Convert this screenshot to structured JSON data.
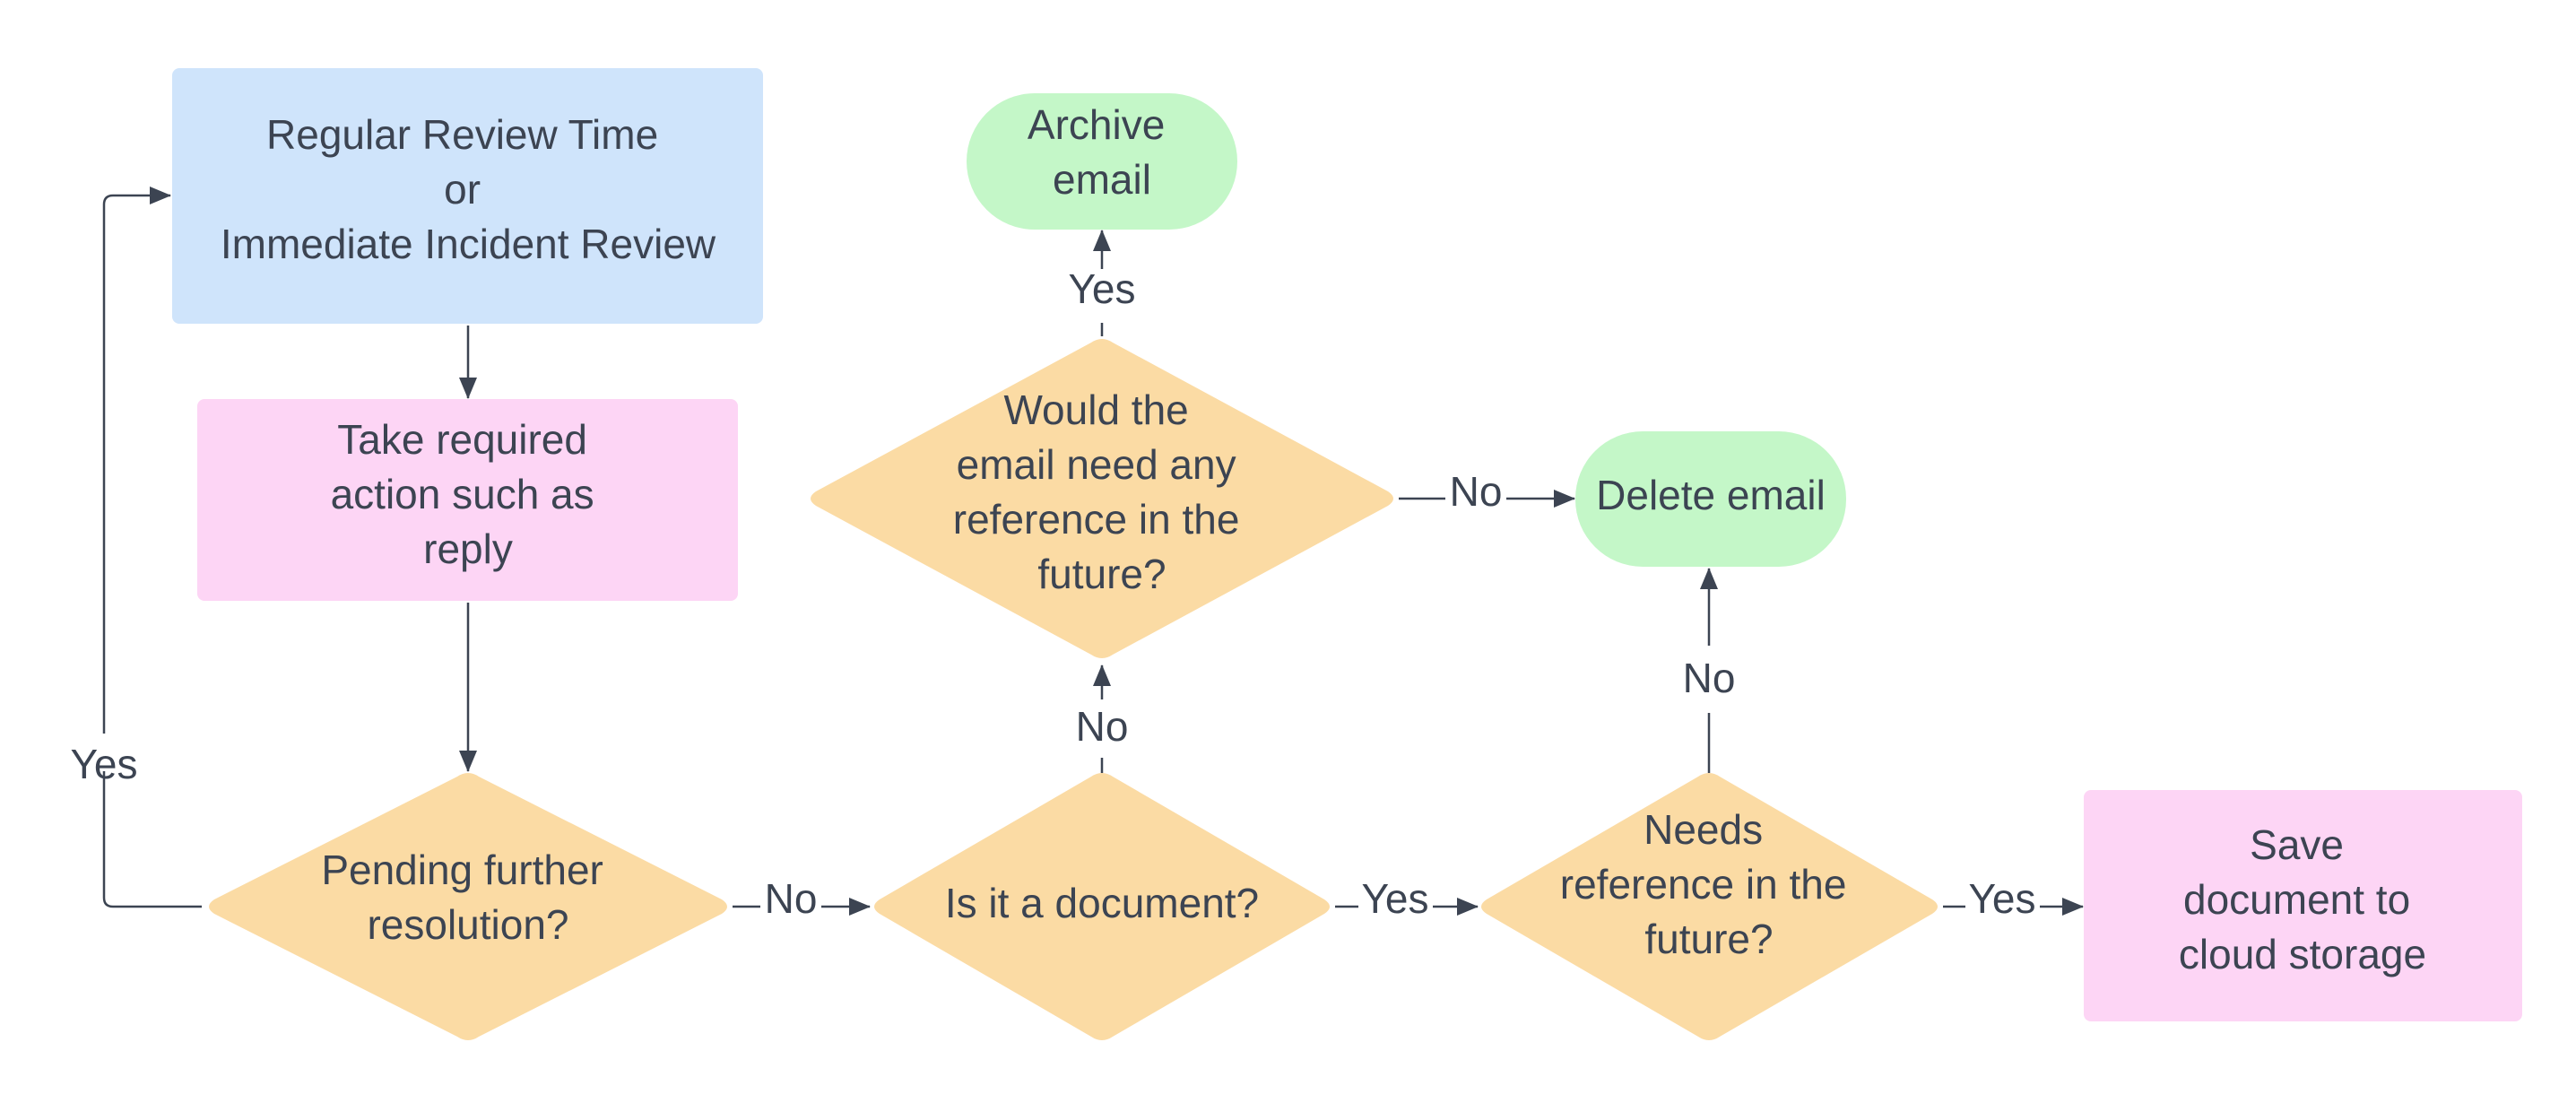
{
  "colors": {
    "blue_fill": "#cfe4fb",
    "pink_fill": "#fdd5f5",
    "orange_fill": "#fbdba4",
    "green_fill": "#c4f7c8",
    "text": "#3c4452",
    "line": "#3c4452"
  },
  "nodes": {
    "review_start": {
      "lines": [
        "Regular Review Time",
        "or",
        "Immediate Incident Review"
      ]
    },
    "take_action": {
      "lines": [
        "Take required",
        "action such as",
        "reply"
      ]
    },
    "pending_decision": {
      "lines": [
        "Pending further",
        "resolution?"
      ]
    },
    "document_decision": {
      "lines": [
        "Is it a document?"
      ]
    },
    "reference_decision": {
      "lines": [
        "Needs",
        "reference in the",
        "future?"
      ]
    },
    "save_document": {
      "lines": [
        "Save",
        "document to",
        "cloud storage"
      ]
    },
    "future_reference_decision": {
      "lines": [
        "Would the",
        "email need any",
        "reference in the",
        "future?"
      ]
    },
    "archive_email": {
      "lines": [
        "Archive",
        "email"
      ]
    },
    "delete_email": {
      "lines": [
        "Delete email"
      ]
    }
  },
  "edges": {
    "pending_yes": "Yes",
    "pending_no": "No",
    "document_yes": "Yes",
    "document_no": "No",
    "reference_yes": "Yes",
    "reference_no": "No",
    "future_yes": "Yes",
    "future_no": "No"
  }
}
